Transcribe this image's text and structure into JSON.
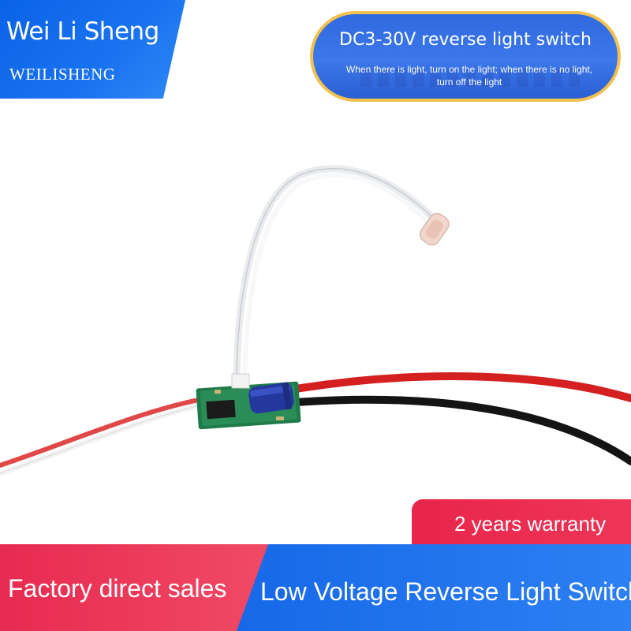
{
  "brand": {
    "name": "Wei Li Sheng",
    "subname": "WEILISHENG"
  },
  "title": {
    "main": "DC3-30V reverse light switch",
    "sub": "When there is light, turn on the light; when there is no light, turn off the light"
  },
  "warranty": {
    "label": "2 years warranty"
  },
  "bottom": {
    "left_label": "Factory direct sales",
    "right_label": "Low Voltage Reverse Light Switch"
  },
  "colors": {
    "brand_blue": "#1a73f0",
    "accent_red": "#e8254a",
    "pill_gold": "#f2c14e"
  }
}
